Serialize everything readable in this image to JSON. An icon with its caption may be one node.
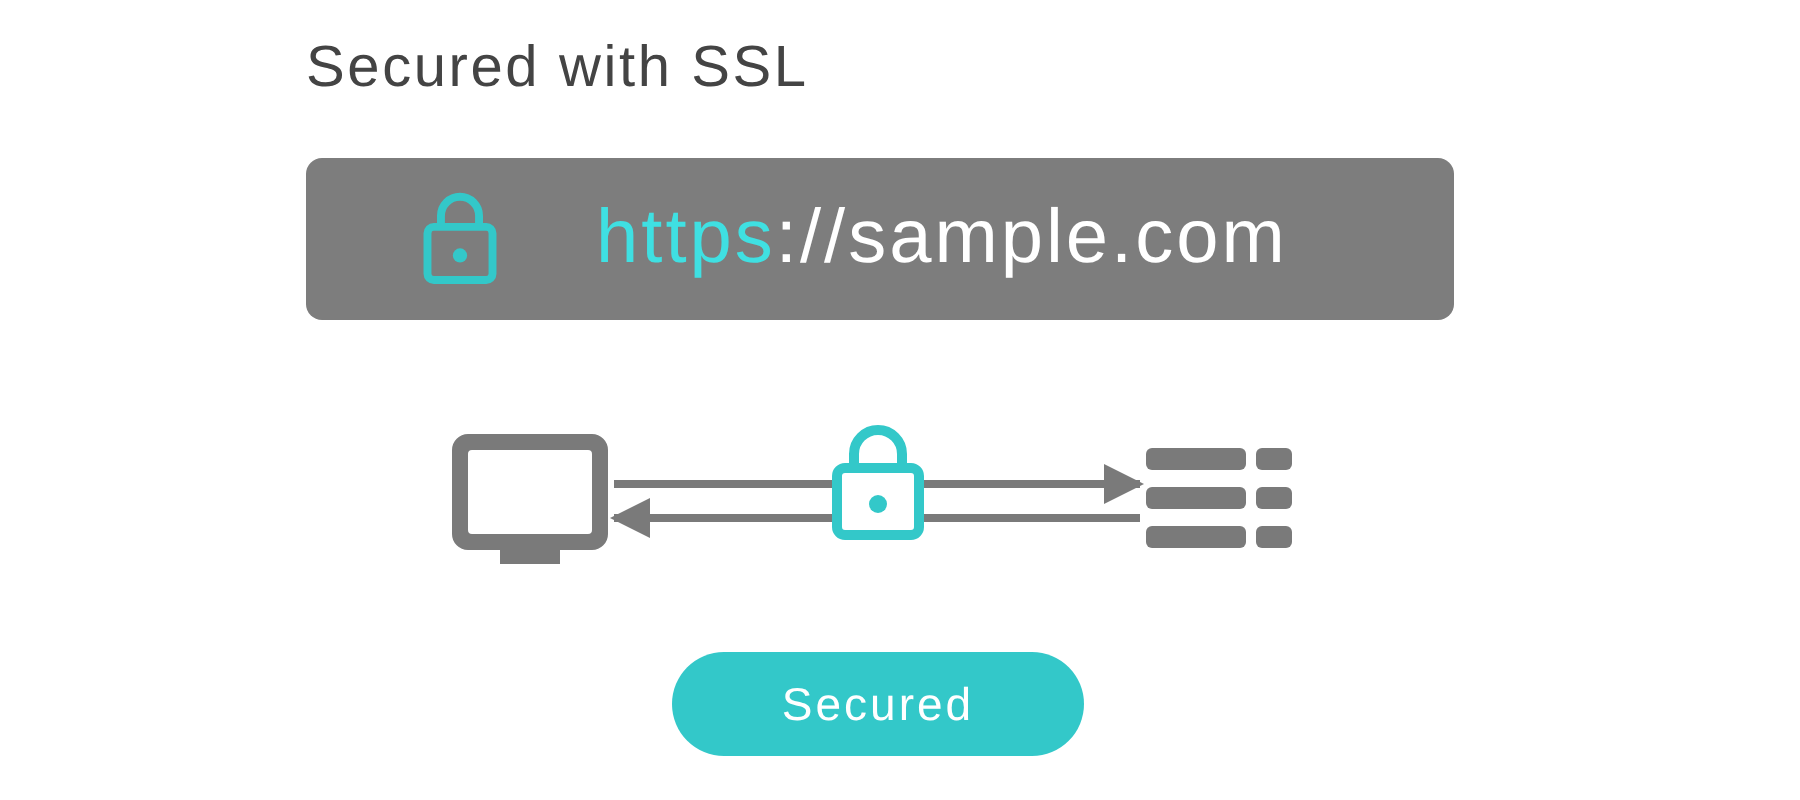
{
  "diagram": {
    "title": "Secured with SSL",
    "nodes": [
      {
        "text": [
          "**https**://sample.com"
        ]
      },
      {
        "text": [],
        "shape": "monitor"
      },
      {
        "text": [],
        "shape": "server"
      },
      {
        "text": [
          "Secured"
        ]
      }
    ],
    "edges": [
      {
        "from": 1,
        "to": 2,
        "arrow": "to"
      },
      {
        "from": 2,
        "to": 1,
        "arrow": "to"
      }
    ]
  }
}
